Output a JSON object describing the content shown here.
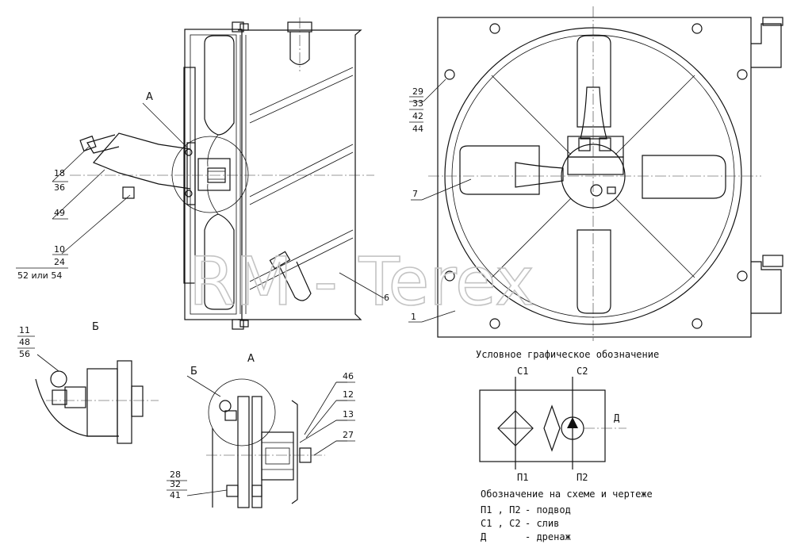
{
  "watermark": "RM - Terex",
  "callouts": {
    "c18": "18",
    "c36": "36",
    "c49": "49",
    "c10": "10",
    "c24": "24",
    "c52": "52 или 54",
    "c29": "29",
    "c33": "33",
    "c42": "42",
    "c44": "44",
    "c7": "7",
    "c6": "6",
    "c1": "1",
    "c11": "11",
    "c48": "48",
    "c56": "56",
    "c46": "46",
    "c12": "12",
    "c13": "13",
    "c27": "27",
    "c28": "28",
    "c32": "32",
    "c41": "41"
  },
  "views": {
    "A_main": "А",
    "A_detail": "А",
    "B_main": "Б",
    "B_detail": "Б"
  },
  "symbol": {
    "title": "Условное графическое обозначение",
    "c1": "С1",
    "c2": "С2",
    "p1": "П1",
    "p2": "П2",
    "d": "Д"
  },
  "legend": {
    "title": "Обозначение на схеме и чертеже",
    "rows": [
      {
        "key": "П1 , П2",
        "value": "- подвод"
      },
      {
        "key": "С1 , С2",
        "value": "- слив"
      },
      {
        "key": "Д",
        "value": "- дренаж"
      }
    ]
  }
}
